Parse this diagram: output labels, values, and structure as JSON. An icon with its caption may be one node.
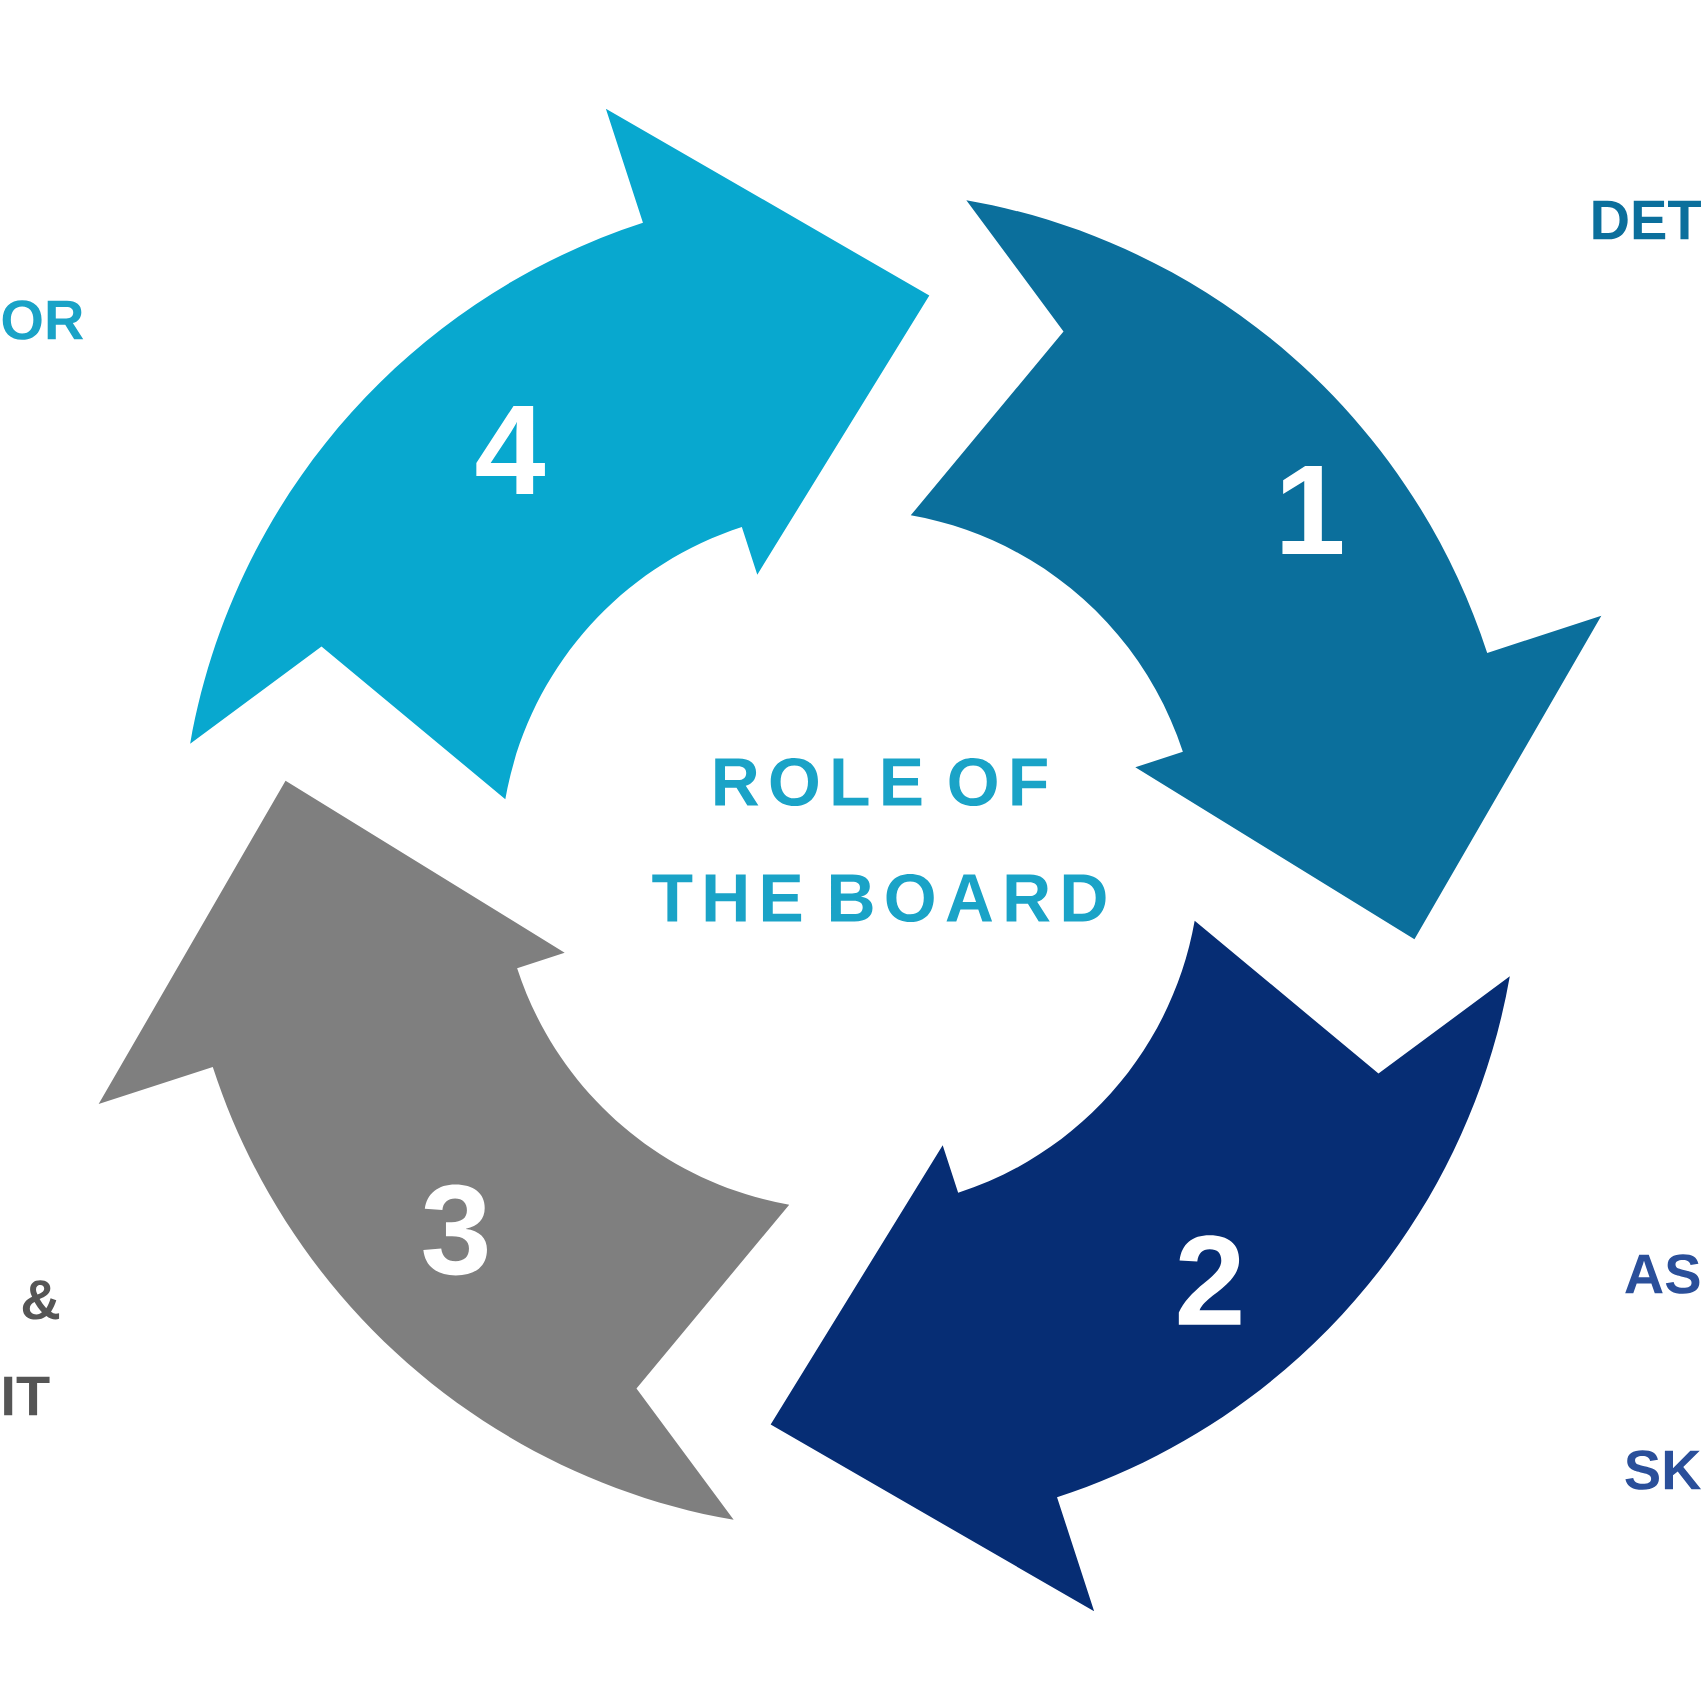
{
  "diagram": {
    "nodes": [
      {
        "text": [
          "1"
        ],
        "beside": [
          "DET"
        ]
      },
      {
        "text": [
          "2"
        ],
        "beside": [
          "AS",
          "SK"
        ]
      },
      {
        "text": [
          "3"
        ],
        "beside": [
          "&",
          "IT"
        ]
      },
      {
        "text": [
          "4"
        ],
        "beside": [
          "OR"
        ]
      }
    ],
    "labels": [
      "ROLE OF THE BOARD"
    ]
  }
}
